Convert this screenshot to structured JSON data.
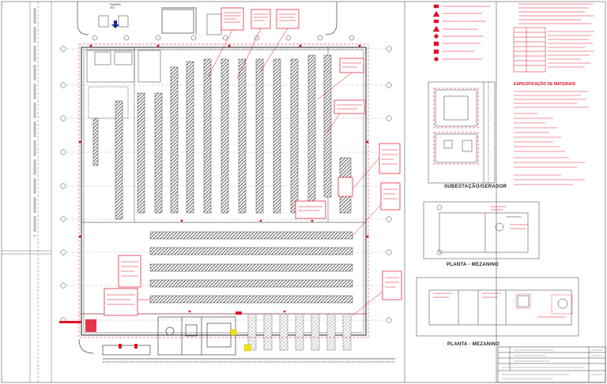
{
  "drawing": {
    "views": {
      "substation_title": "SUBESTAÇÃO/GERADOR",
      "mezzanine_title_1": "PLANTA - MEZANINO",
      "mezzanine_title_2": "PLANTA - MEZANINO"
    },
    "notes": {
      "materials_heading": "ESPECIFICAÇÃO DE MATERIAIS"
    },
    "plan": {
      "top_label": "RAMPA",
      "top_label_sub": "3%"
    },
    "colors": {
      "line": "#222222",
      "red_markup": "#e0102a",
      "hatch": "#444444",
      "highlight": "#f2e300",
      "background": "#ffffff"
    }
  }
}
